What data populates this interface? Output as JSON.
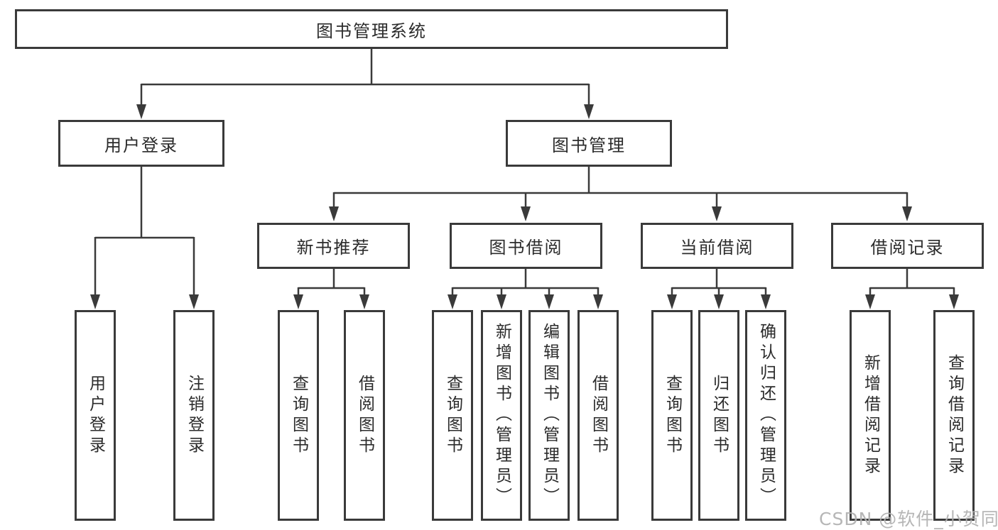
{
  "tree": {
    "label": "图书管理系统",
    "children": [
      {
        "label": "用户登录",
        "children": [
          {
            "label": "用户登录"
          },
          {
            "label": "注销登录"
          }
        ]
      },
      {
        "label": "图书管理",
        "children": [
          {
            "label": "新书推荐",
            "children": [
              {
                "label": "查询图书"
              },
              {
                "label": "借阅图书"
              }
            ]
          },
          {
            "label": "图书借阅",
            "children": [
              {
                "label": "查询图书"
              },
              {
                "label": "新增图书（管理员）"
              },
              {
                "label": "编辑图书（管理员）"
              },
              {
                "label": "借阅图书"
              }
            ]
          },
          {
            "label": "当前借阅",
            "children": [
              {
                "label": "查询图书"
              },
              {
                "label": "归还图书"
              },
              {
                "label": "确认归还（管理员）"
              }
            ]
          },
          {
            "label": "借阅记录",
            "children": [
              {
                "label": "新增借阅记录"
              },
              {
                "label": "查询借阅记录"
              }
            ]
          }
        ]
      }
    ]
  },
  "watermark": {
    "text": "CSDN @软件_小贺同学"
  },
  "colors": {
    "line": "#3a3a3a",
    "box_border": "#3a3a3a",
    "text": "#2b2b2b",
    "background": "#ffffff",
    "watermark_text": "#b0b0b0"
  }
}
